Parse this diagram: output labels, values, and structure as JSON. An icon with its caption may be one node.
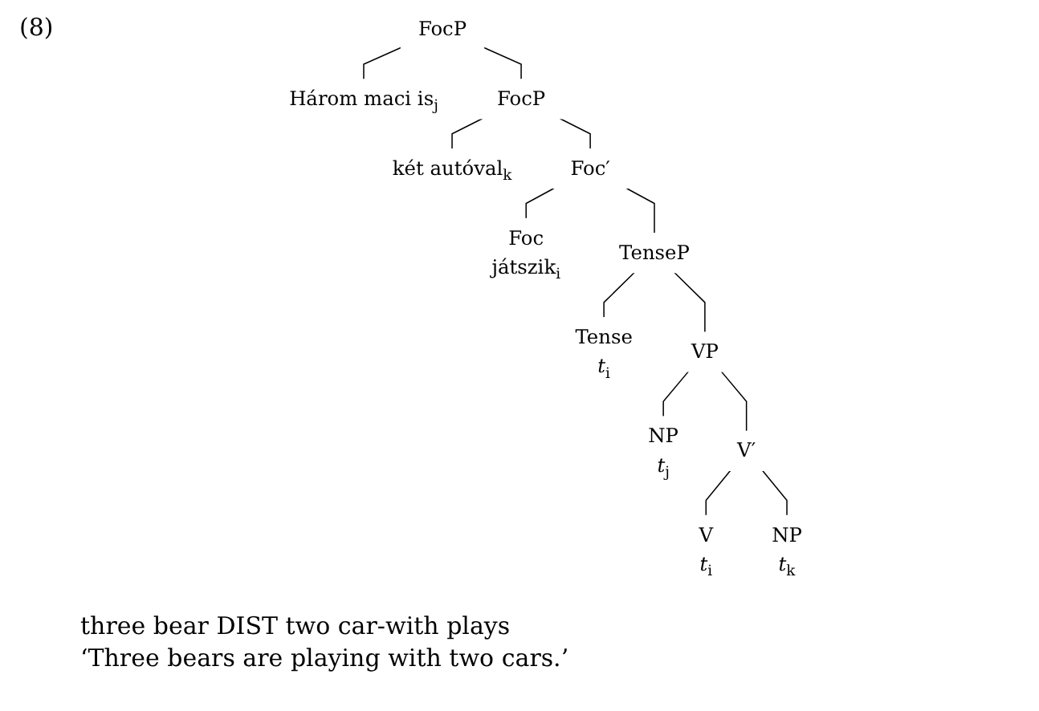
{
  "diagram": {
    "nodes": [
      {
        "text": [
          "FocP"
        ]
      },
      {
        "text": [
          "Három maci is$_{j}$"
        ]
      },
      {
        "text": [
          "FocP"
        ]
      },
      {
        "text": [
          "két autóval$_{k}$"
        ]
      },
      {
        "text": [
          "Foc′"
        ]
      },
      {
        "text": [
          "Foc",
          "játszik$_{i}$"
        ]
      },
      {
        "text": [
          "TenseP"
        ]
      },
      {
        "text": [
          "Tense",
          "*t*$_{i}$"
        ]
      },
      {
        "text": [
          "VP"
        ]
      },
      {
        "text": [
          "NP",
          "*t*$_{j}$"
        ]
      },
      {
        "text": [
          "V′"
        ]
      },
      {
        "text": [
          "V",
          "*t*$_{i}$"
        ]
      },
      {
        "text": [
          "NP",
          "*t*$_{k}$"
        ]
      }
    ],
    "edges": [
      {
        "from": 0,
        "to": 1,
        "arrow": "none"
      },
      {
        "from": 0,
        "to": 2,
        "arrow": "none"
      },
      {
        "from": 2,
        "to": 3,
        "arrow": "none"
      },
      {
        "from": 2,
        "to": 4,
        "arrow": "none"
      },
      {
        "from": 4,
        "to": 5,
        "arrow": "none"
      },
      {
        "from": 4,
        "to": 6,
        "arrow": "none"
      },
      {
        "from": 6,
        "to": 7,
        "arrow": "none"
      },
      {
        "from": 6,
        "to": 8,
        "arrow": "none"
      },
      {
        "from": 8,
        "to": 9,
        "arrow": "none"
      },
      {
        "from": 8,
        "to": 10,
        "arrow": "none"
      },
      {
        "from": 10,
        "to": 11,
        "arrow": "none"
      },
      {
        "from": 10,
        "to": 12,
        "arrow": "none"
      }
    ],
    "labels": [
      "(8)",
      "three bear DIST two car-with plays",
      "‘Three bears are playing with two cars.’"
    ]
  }
}
